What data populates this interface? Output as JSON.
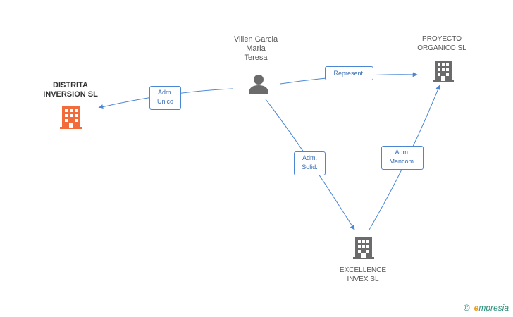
{
  "nodes": {
    "person": {
      "name_lines": [
        "Villen Garcia",
        "Maria",
        "Teresa"
      ]
    },
    "distrita": {
      "name_lines": [
        "DISTRITA",
        "INVERSION SL"
      ]
    },
    "proyecto": {
      "name_lines": [
        "PROYECTO",
        "ORGANICO SL"
      ]
    },
    "excellence": {
      "name_lines": [
        "EXCELLENCE",
        "INVEX SL"
      ]
    }
  },
  "relations": {
    "adm_unico": {
      "lines": [
        "Adm.",
        "Unico"
      ]
    },
    "represent": {
      "lines": [
        "Represent."
      ]
    },
    "adm_solid": {
      "lines": [
        "Adm.",
        "Solid."
      ]
    },
    "adm_mancom": {
      "lines": [
        "Adm.",
        "Mancom."
      ]
    }
  },
  "brand": {
    "copyright": "©",
    "initial": "e",
    "rest": "mpresia"
  },
  "colors": {
    "edge": "#4a86d4",
    "building_main": "#f26b3a",
    "building": "#6b6b6b",
    "person": "#6b6b6b"
  },
  "icons": {
    "person": "person-icon",
    "building": "building-icon"
  }
}
